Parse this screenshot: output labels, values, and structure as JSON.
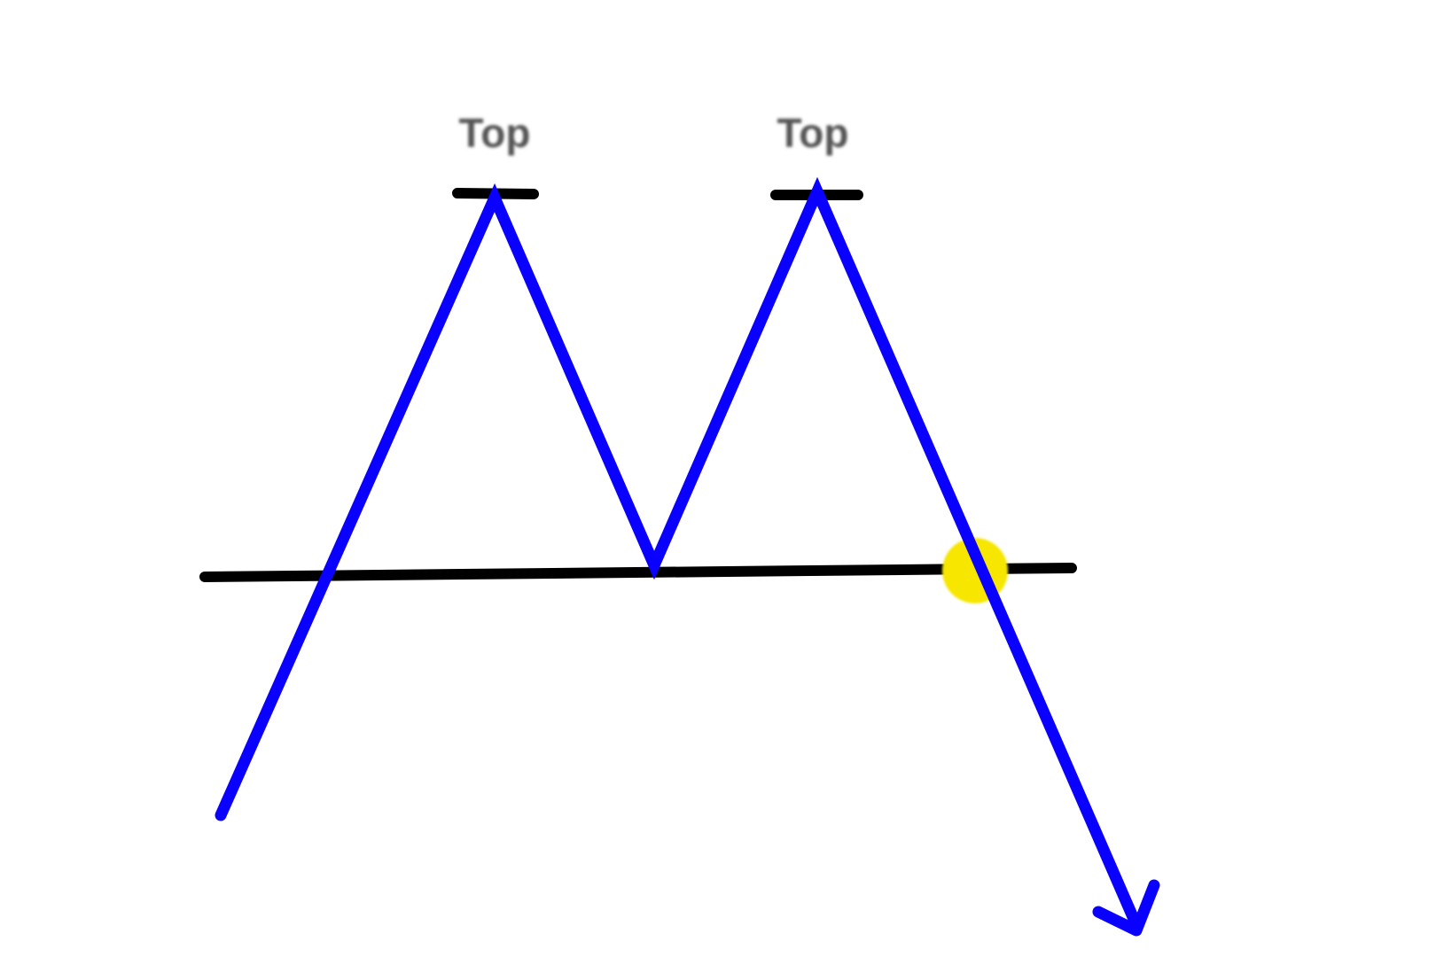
{
  "labels": {
    "top_left": "Top",
    "top_right": "Top"
  },
  "colors": {
    "background": "#ffffff",
    "price_line": "#0a00ff",
    "support_line": "#000000",
    "top_markers": "#000000",
    "breakout_marker": "#f6e600",
    "label_text": "#555555"
  },
  "icons": {
    "arrow": "arrow-down-right-icon",
    "breakout": "breakout-point-marker"
  }
}
